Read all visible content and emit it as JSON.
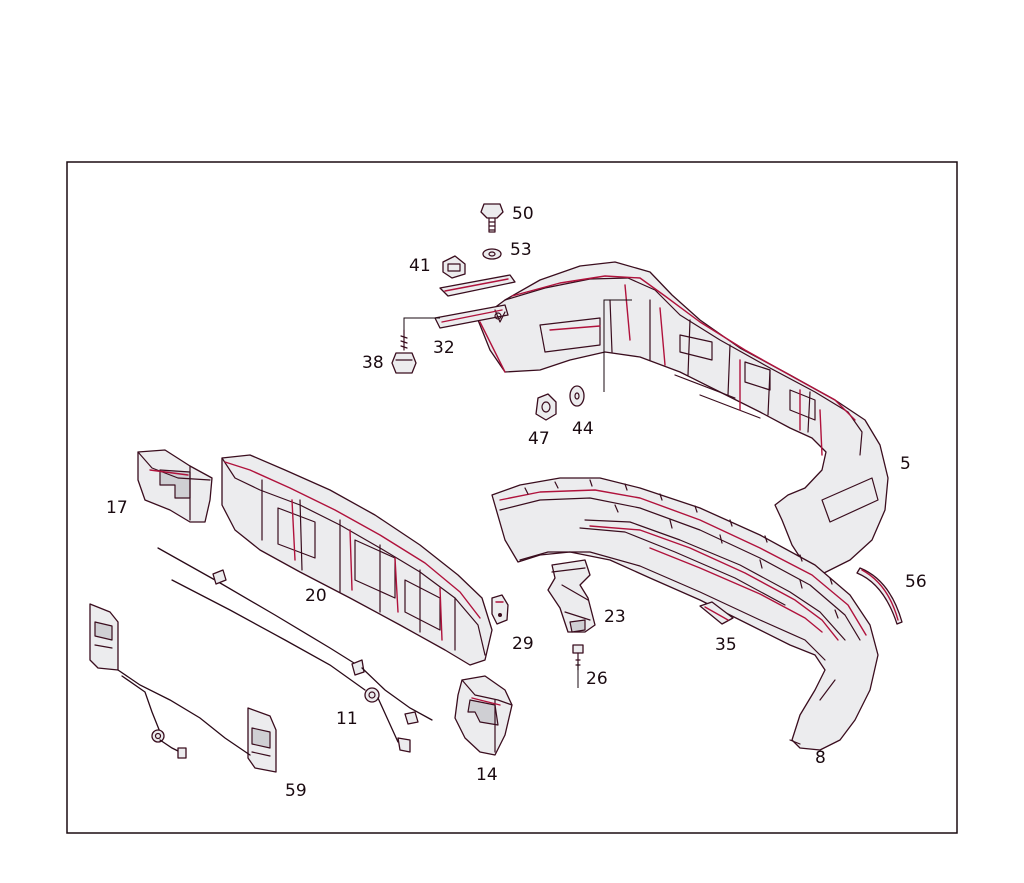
{
  "callouts": {
    "p50": "50",
    "p53": "53",
    "p41": "41",
    "p32": "32",
    "p38": "38",
    "p47": "47",
    "p44": "44",
    "p5": "5",
    "p17": "17",
    "p20": "20",
    "p29": "29",
    "p23": "23",
    "p26": "26",
    "p35": "35",
    "p56": "56",
    "p8": "8",
    "p11": "11",
    "p14": "14",
    "p59": "59"
  },
  "colors": {
    "outline": "#3a0d1e",
    "accent": "#b0123c",
    "part_fill": "#ececee"
  }
}
